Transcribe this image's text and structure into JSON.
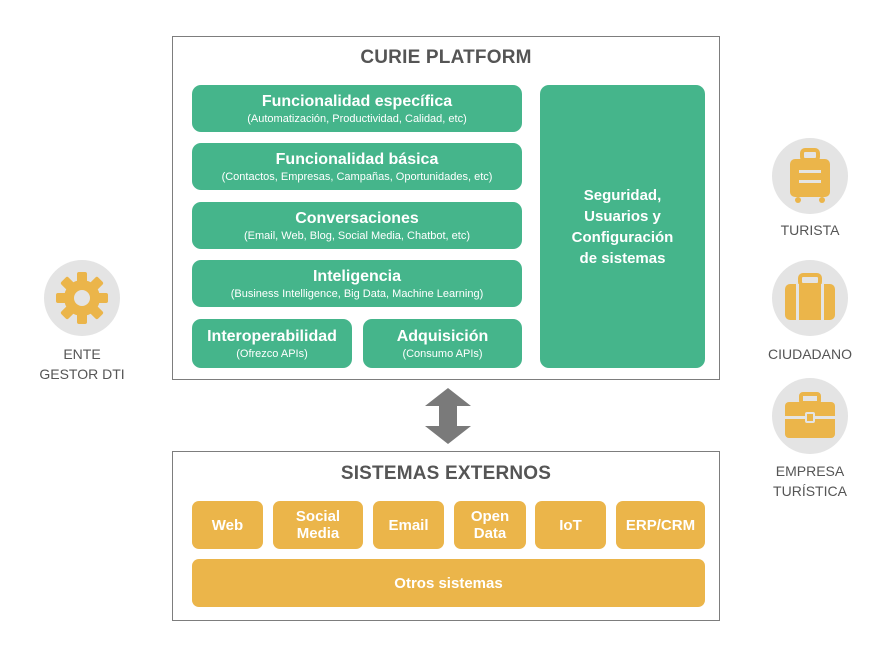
{
  "platform": {
    "title": "CURIE PLATFORM",
    "blocks": [
      {
        "title": "Funcionalidad específica",
        "subtitle": "(Automatización, Productividad, Calidad, etc)"
      },
      {
        "title": "Funcionalidad básica",
        "subtitle": "(Contactos, Empresas, Campañas, Oportunidades, etc)"
      },
      {
        "title": "Conversaciones",
        "subtitle": "(Email, Web, Blog, Social Media, Chatbot, etc)"
      },
      {
        "title": "Inteligencia",
        "subtitle": "(Business Intelligence, Big Data, Machine Learning)"
      },
      {
        "title": "Interoperabilidad",
        "subtitle": "(Ofrezco APIs)"
      },
      {
        "title": "Adquisición",
        "subtitle": "(Consumo APIs)"
      }
    ],
    "side": {
      "line1": "Seguridad,",
      "line2": "Usuarios y",
      "line3": "Configuración",
      "line4": "de sistemas"
    }
  },
  "externos": {
    "title": "SISTEMAS EXTERNOS",
    "items": [
      {
        "line1": "Web",
        "line2": ""
      },
      {
        "line1": "Social",
        "line2": "Media"
      },
      {
        "line1": "Email",
        "line2": ""
      },
      {
        "line1": "Open",
        "line2": "Data"
      },
      {
        "line1": "IoT",
        "line2": ""
      },
      {
        "line1": "ERP/CRM",
        "line2": ""
      }
    ],
    "otros": "Otros sistemas"
  },
  "actors": {
    "ente": {
      "line1": "ENTE",
      "line2": "GESTOR DTI",
      "icon": "gear-icon"
    },
    "turista": {
      "line1": "TURISTA",
      "icon": "suitcase-icon"
    },
    "ciudadano": {
      "line1": "CIUDADANO",
      "icon": "luggage-icon"
    },
    "empresa": {
      "line1": "EMPRESA",
      "line2": "TURÍSTICA",
      "icon": "briefcase-icon"
    }
  },
  "colors": {
    "green": "#45b58b",
    "orange": "#ebb54a",
    "icon_bg": "#e4e4e4",
    "arrow": "#7a7a7a",
    "text": "#555555"
  }
}
